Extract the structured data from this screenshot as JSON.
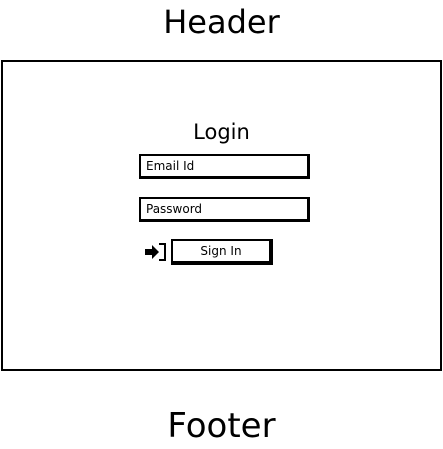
{
  "header": {
    "title": "Header"
  },
  "login": {
    "title": "Login",
    "email_placeholder": "Email Id",
    "password_placeholder": "Password",
    "signin_label": "Sign In",
    "signin_icon": "sign-in-icon"
  },
  "footer": {
    "title": "Footer"
  },
  "colors": {
    "ink": "#000000",
    "background": "#ffffff"
  }
}
